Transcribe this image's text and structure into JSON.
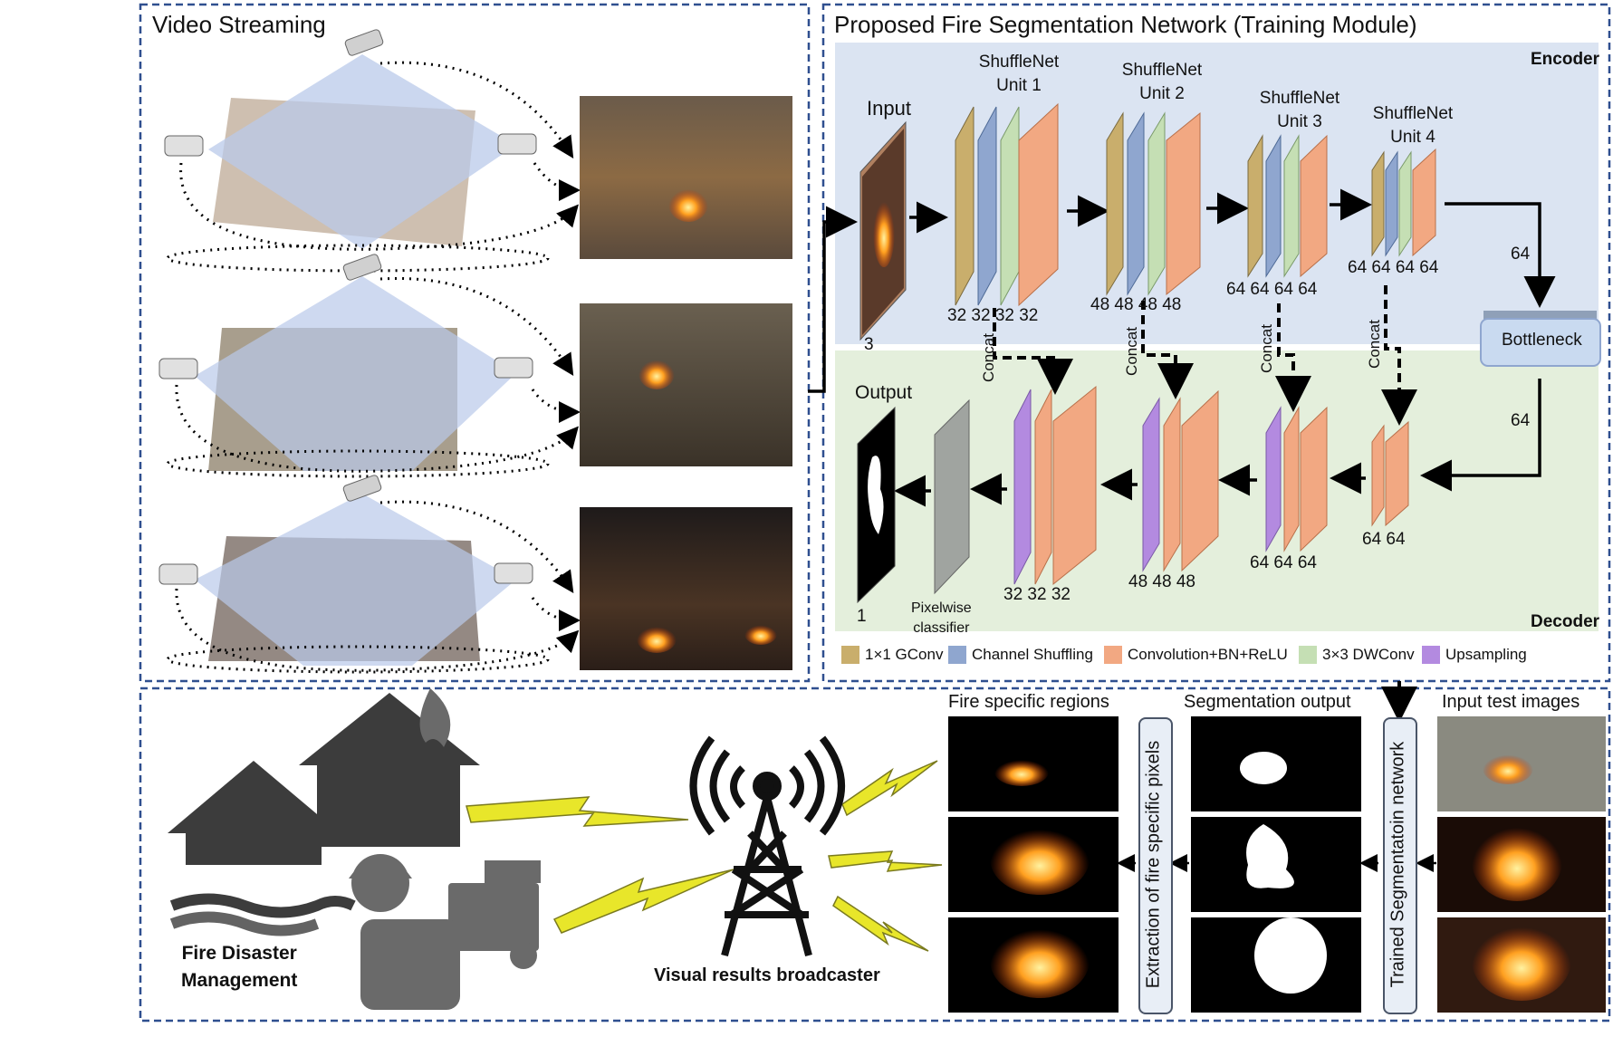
{
  "panels": {
    "video_streaming_title": "Video Streaming",
    "network_title": "Proposed Fire Segmentation Network (Training Module)",
    "encoder_label": "Encoder",
    "decoder_label": "Decoder"
  },
  "encoder": {
    "input_label": "Input",
    "input_channels": "3",
    "units": [
      {
        "title_line1": "ShuffleNet",
        "title_line2": "Unit 1",
        "channels": "32 32  32 32"
      },
      {
        "title_line1": "ShuffleNet",
        "title_line2": "Unit 2",
        "channels": "48 48  48 48"
      },
      {
        "title_line1": "ShuffleNet",
        "title_line2": "Unit 3",
        "channels": "64 64  64 64"
      },
      {
        "title_line1": "ShuffleNet",
        "title_line2": "Unit 4",
        "channels": "64 64  64 64"
      }
    ],
    "bottleneck_label": "Bottleneck",
    "bottleneck_in": "64",
    "bottleneck_out": "64",
    "concat_label": "Concat"
  },
  "decoder": {
    "output_label": "Output",
    "output_channels": "1",
    "classifier_label_line1": "Pixelwise",
    "classifier_label_line2": "classifier",
    "blocks": [
      {
        "channels": "32 32  32"
      },
      {
        "channels": "48 48  48"
      },
      {
        "channels": "64 64  64"
      },
      {
        "channels": "64 64"
      }
    ]
  },
  "legend": [
    {
      "label": "1×1 GConv",
      "color": "#c9ae6c"
    },
    {
      "label": "Channel Shuffling",
      "color": "#8fa6cf"
    },
    {
      "label": "Convolution+BN+ReLU",
      "color": "#f2a882"
    },
    {
      "label": "3×3 DWConv",
      "color": "#c5dfb4"
    },
    {
      "label": "Upsampling",
      "color": "#b38ae0"
    }
  ],
  "bottom": {
    "fire_regions_label": "Fire specific regions",
    "segmentation_output_label": "Segmentation output",
    "input_test_label": "Input test images",
    "extraction_label": "Extraction of fire specific pixels",
    "trained_network_label": "Trained Segmentatoin network",
    "broadcaster_label": "Visual results broadcaster",
    "management_line1": "Fire Disaster",
    "management_line2": "Management"
  },
  "colors": {
    "frame_border": "#2f4f8f",
    "encoder_bg": "#dbe4f2",
    "decoder_bg": "#e4efdc",
    "gconv": "#c9ae6c",
    "shuffle": "#8fa6cf",
    "conv": "#f2a882",
    "dwconv": "#c5dfb4",
    "upsample": "#b38ae0",
    "classifier": "#a0a4a0",
    "lightning": "#e8e62a",
    "icon_gray": "#3c3c3c"
  }
}
